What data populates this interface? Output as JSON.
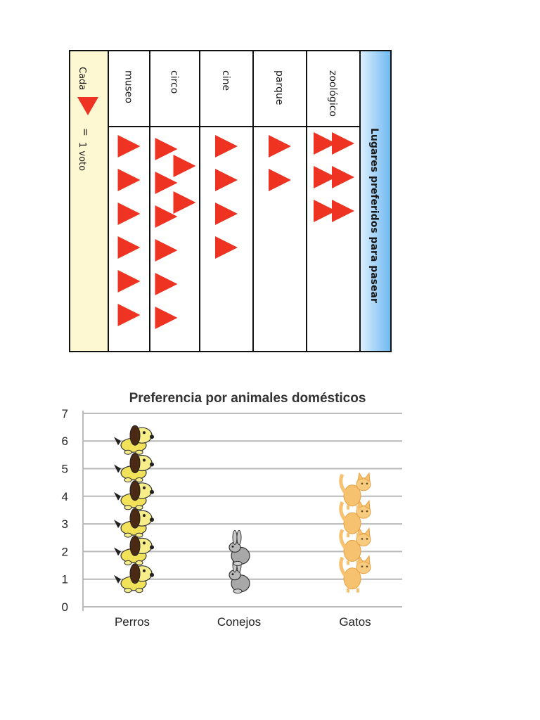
{
  "chart_data": [
    {
      "type": "pictogram",
      "title": "Lugares preferidos para pasear",
      "legend": {
        "prefix": "Cada",
        "equals": "=",
        "unit": "1 voto"
      },
      "symbol": "triangle",
      "symbol_color": "#ee3322",
      "categories": [
        "museo",
        "circo",
        "cine",
        "parque",
        "zoológico"
      ],
      "values": [
        6,
        8,
        4,
        2,
        6
      ]
    },
    {
      "type": "pictogram",
      "title": "Preferencia por animales domésticos",
      "categories": [
        "Perros",
        "Conejos",
        "Gatos"
      ],
      "values": [
        6,
        2,
        4
      ],
      "icons": [
        "dog-icon",
        "rabbit-icon",
        "cat-icon"
      ],
      "ylim": [
        0,
        7
      ],
      "yticks": [
        "0",
        "1",
        "2",
        "3",
        "4",
        "5",
        "6",
        "7"
      ],
      "grid": true
    }
  ]
}
